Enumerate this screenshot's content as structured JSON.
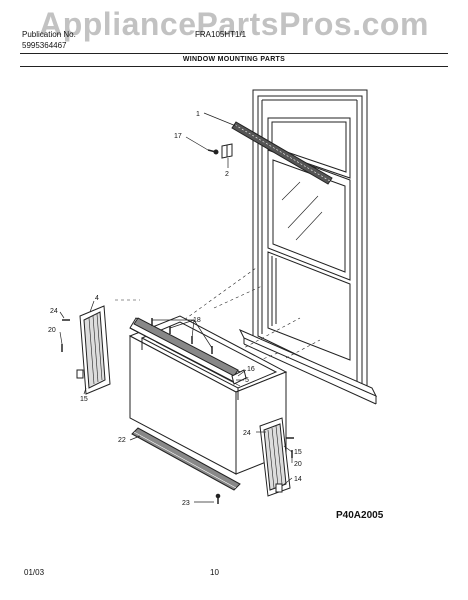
{
  "watermark": "AppliancePartsPros.com",
  "header": {
    "publication_label": "Publication No.",
    "publication_number": "5995364467",
    "model": "FRA105HT1/1"
  },
  "section_title": "WINDOW MOUNTING PARTS",
  "callouts": {
    "c1": "1",
    "c17": "17",
    "c2": "2",
    "c24a": "24",
    "c4": "4",
    "c20a": "20",
    "c18": "18",
    "c15a": "15",
    "c16": "16",
    "c5": "5",
    "c22": "22",
    "c24b": "24",
    "c15b": "15",
    "c20b": "20",
    "c14": "14",
    "c23": "23"
  },
  "drawing_code": "P40A2005",
  "footer": {
    "date": "01/03",
    "page": "10"
  }
}
